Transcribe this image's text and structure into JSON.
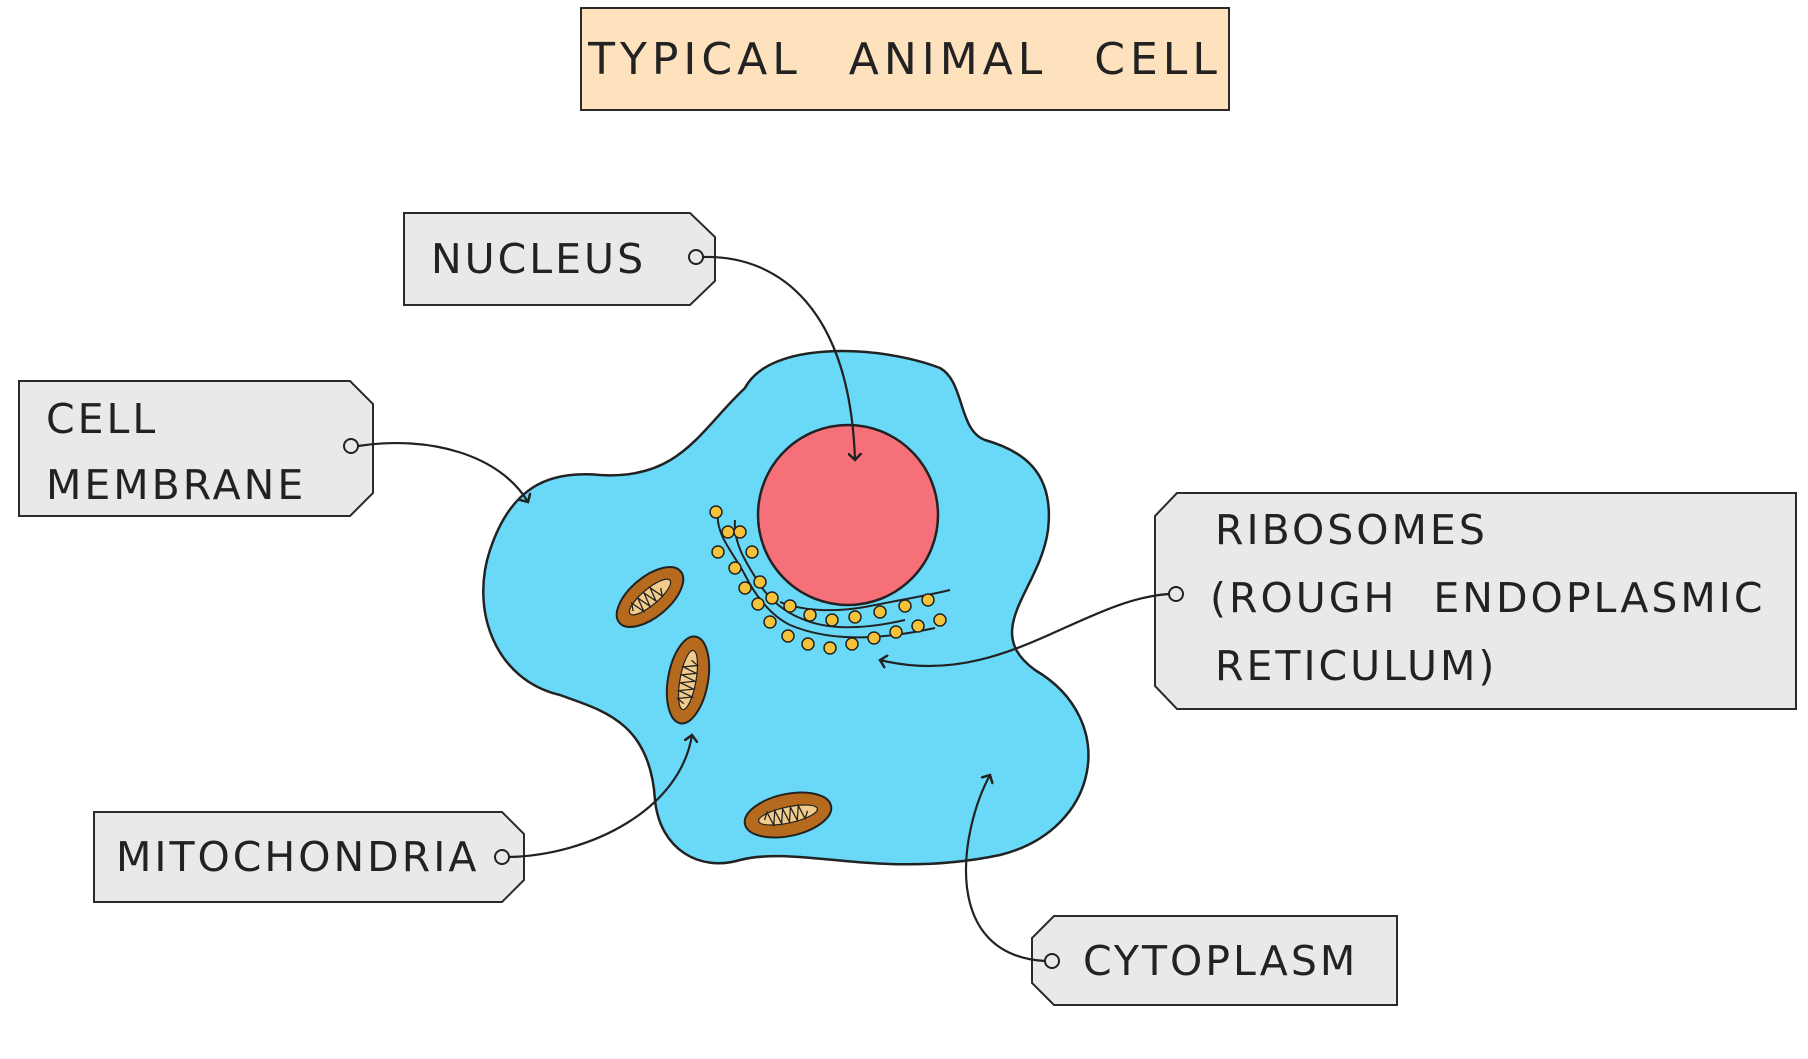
{
  "title": "TYPICAL ANIMAL CELL",
  "labels": {
    "nucleus": "NUCLEUS",
    "cell_membrane_line1": "CELL",
    "cell_membrane_line2": "MEMBRANE",
    "ribosomes_line1": "RIBOSOMES",
    "ribosomes_line2": "(ROUGH ENDOPLASMIC",
    "ribosomes_line3": "RETICULUM)",
    "mitochondria": "MITOCHONDRIA",
    "cytoplasm": "CYTOPLASM"
  },
  "colors": {
    "title_fill": "#fde2bd",
    "label_fill": "#e9e9eb",
    "cytoplasm": "#6ad9f8",
    "nucleus": "#f6707a",
    "mitochondria": "#b56a1e",
    "ribosome": "#f5c33a",
    "outline": "#222222"
  }
}
